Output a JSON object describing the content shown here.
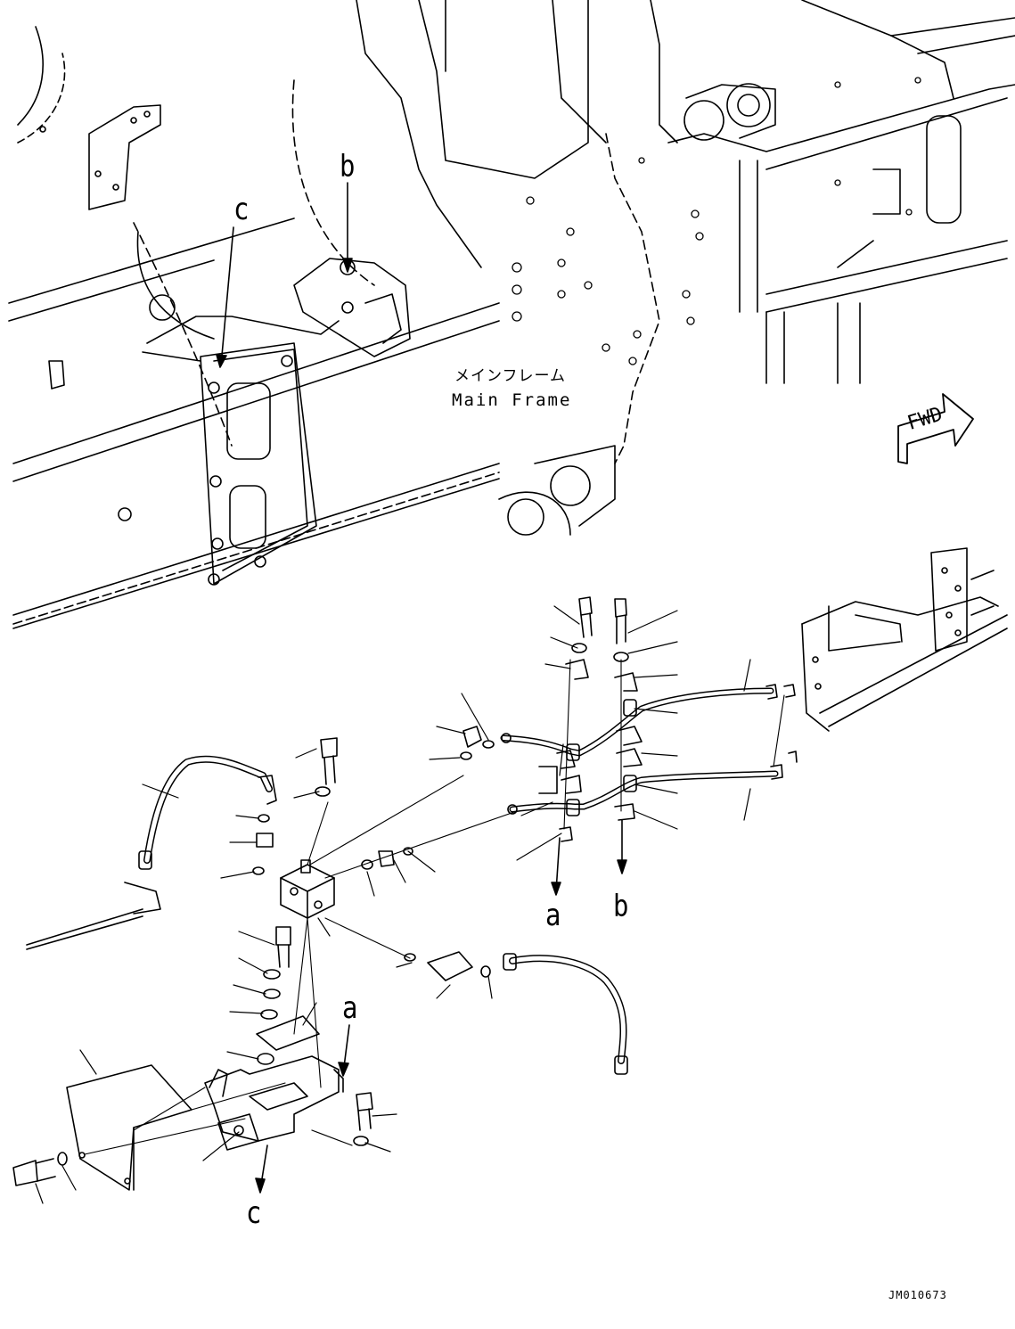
{
  "diagram": {
    "frame_label": {
      "jp": "メインフレーム",
      "en": "Main Frame"
    },
    "direction": "FWD",
    "drawing_code": "JM010673",
    "ref_a": "a",
    "ref_b": "b",
    "ref_c": "c"
  }
}
